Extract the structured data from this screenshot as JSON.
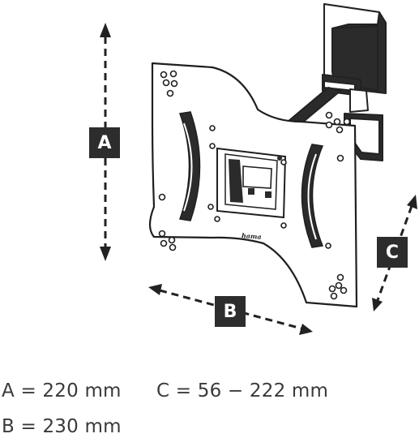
{
  "labels": {
    "a": "A",
    "b": "B",
    "c": "C"
  },
  "brand": "hama",
  "dimensions": [
    {
      "text": "A = 220 mm"
    },
    {
      "text": "B = 230 mm"
    },
    {
      "text": "C = 56 − 222 mm"
    }
  ],
  "colors": {
    "ink": "#2d2d2d",
    "plate": "#ffffff",
    "box": "#2d2d2d",
    "label_text": "#ffffff"
  }
}
